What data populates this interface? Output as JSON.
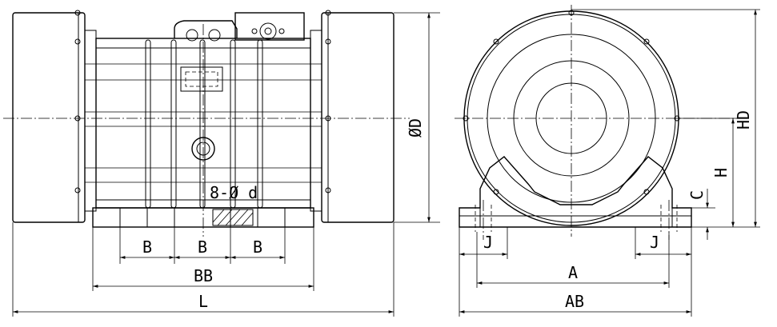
{
  "front_view": {
    "labels": {
      "B_left": "B",
      "B_mid": "B",
      "B_right": "B",
      "BB": "BB",
      "L": "L",
      "bolt_holes": "8-Ø d",
      "phi_D": "ØD"
    }
  },
  "side_view": {
    "labels": {
      "A": "A",
      "AB": "AB",
      "J_left": "J",
      "J_right": "J",
      "C": "C",
      "H": "H",
      "HD": "HD"
    }
  }
}
